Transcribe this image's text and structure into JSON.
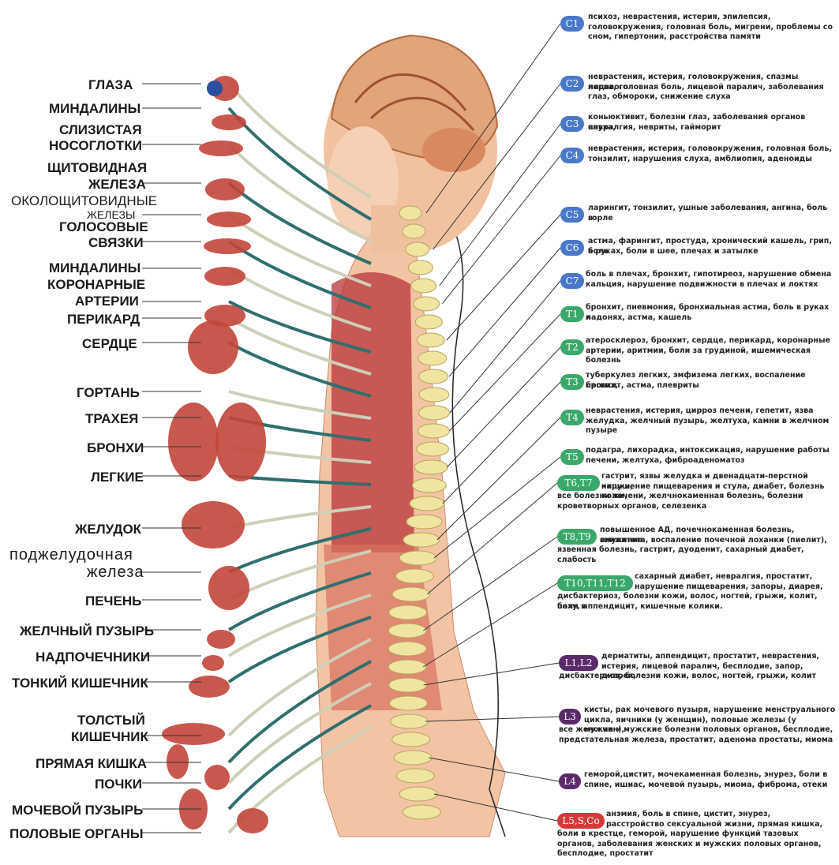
{
  "organs": [
    {
      "id": "eyes",
      "text": "ГЛАЗА"
    },
    {
      "id": "tonsils1",
      "text": "МИНДАЛИНЫ"
    },
    {
      "id": "mucosa1",
      "text": "СЛИЗИСТАЯ"
    },
    {
      "id": "mucosa2",
      "text": "НОСОГЛОТКИ"
    },
    {
      "id": "thyroid1",
      "text": "ЩИТОВИДНАЯ"
    },
    {
      "id": "thyroid2",
      "text": "ЖЕЛЕЗА"
    },
    {
      "id": "parathyroid1",
      "text": "ОКОЛОЩИТОВИДНЫЕ"
    },
    {
      "id": "parathyroid2",
      "text": "ЖЕЛЕЗЫ"
    },
    {
      "id": "vocal1",
      "text": "ГОЛОСОВЫЕ"
    },
    {
      "id": "vocal2",
      "text": "СВЯЗКИ"
    },
    {
      "id": "tonsils2",
      "text": "МИНДАЛИНЫ"
    },
    {
      "id": "coronary1",
      "text": "КОРОНАРНЫЕ"
    },
    {
      "id": "coronary2",
      "text": "АРТЕРИИ"
    },
    {
      "id": "pericard",
      "text": "ПЕРИКАРД"
    },
    {
      "id": "heart",
      "text": "СЕРДЦЕ"
    },
    {
      "id": "larynx",
      "text": "ГОРТАНЬ"
    },
    {
      "id": "trachea",
      "text": "ТРАХЕЯ"
    },
    {
      "id": "bronchi",
      "text": "БРОНХИ"
    },
    {
      "id": "lungs",
      "text": "ЛЕГКИЕ"
    },
    {
      "id": "stomach",
      "text": "ЖЕЛУДОК"
    },
    {
      "id": "pancreas1",
      "text": "поджелудочная"
    },
    {
      "id": "pancreas2",
      "text": "железа"
    },
    {
      "id": "liver",
      "text": "ПЕЧЕНЬ"
    },
    {
      "id": "gallbladder",
      "text": "ЖЕЛЧНЫЙ ПУЗЫРЬ"
    },
    {
      "id": "adrenal",
      "text": "НАДПОЧЕЧНИКИ"
    },
    {
      "id": "smallint",
      "text": "ТОНКИЙ КИШЕЧНИК"
    },
    {
      "id": "largeint1",
      "text": "ТОЛСТЫЙ"
    },
    {
      "id": "largeint2",
      "text": "КИШЕЧНИК"
    },
    {
      "id": "rectum",
      "text": "ПРЯМАЯ КИШКА"
    },
    {
      "id": "kidneys",
      "text": "ПОЧКИ"
    },
    {
      "id": "bladder",
      "text": "МОЧЕВОЙ ПУЗЫРЬ"
    },
    {
      "id": "genitals",
      "text": "ПОЛОВЫЕ ОРГАНЫ"
    }
  ],
  "vertebrae": [
    {
      "code": "C1",
      "color": "#4a78c8",
      "lines": [
        "психоз, неврастения, истерия, эпилепсия,",
        "головокружения, головная боль, мигрени, проблемы со",
        "сном, гипертония, расстройства памяти"
      ]
    },
    {
      "code": "C2",
      "color": "#4a78c8",
      "lines": [
        "неврастения, истерия, головокружения, спазмы лицевого",
        "нерва, головная боль, лицевой паралич, заболевания",
        "глаз, обмороки, снижение слуха"
      ]
    },
    {
      "code": "C3",
      "color": "#4a78c8",
      "lines": [
        "коньюктивит, болезни глаз, заболевания органов слуха,",
        "невралгия, невриты, гайморит"
      ]
    },
    {
      "code": "C4",
      "color": "#4a78c8",
      "lines": [
        "неврастения, истерия, головокружения, головная боль,",
        "тонзилит, нарушения слуха, амблиопия, аденоиды"
      ]
    },
    {
      "code": "C5",
      "color": "#4a78c8",
      "lines": [
        "ларингит, тонзилит, ушные заболевания, ангина, боль в",
        "горле"
      ]
    },
    {
      "code": "C6",
      "color": "#4a78c8",
      "lines": [
        "астма, фарингит, простуда, хронический кашель, грип, боль",
        "в руках, боли в шее, плечах и затылке"
      ]
    },
    {
      "code": "C7",
      "color": "#4a78c8",
      "lines": [
        "боль в плечах, бронхит, гипотиреоз, нарушение обмена",
        "кальция, нарушение подвижности в плечах и локтях"
      ]
    },
    {
      "code": "T1",
      "color": "#3aa86a",
      "lines": [
        "бронхит, пневмония, бронхиальная астма, боль в руках и",
        "ладонях, астма, кашель"
      ]
    },
    {
      "code": "T2",
      "color": "#3aa86a",
      "lines": [
        "атеросклероз, бронхит, сердце, перикард, коронарные",
        "артерии, аритмии, боли за грудиной, ишемическая",
        "болезнь"
      ]
    },
    {
      "code": "T3",
      "color": "#3aa86a",
      "lines": [
        "туберкулез легких, эмфизема легких, воспаление легких,",
        "бронхит, астма, плевриты"
      ]
    },
    {
      "code": "T4",
      "color": "#3aa86a",
      "lines": [
        "неврастения, истерия, цирроз печени, гепетит, язва",
        "желудка, желчный пузырь, желтуха, камни в желчном",
        "пузыре"
      ]
    },
    {
      "code": "T5",
      "color": "#3aa86a",
      "lines": [
        "подагра, лихорадка, интоксикация, нарушение работы",
        "печени, желтуха, фиброаденоматоз"
      ]
    },
    {
      "code": "T6,T7",
      "color": "#3aa86a",
      "lines": [
        "гастрит, язвы желудка и двенадцати-перстной кишки,",
        "нарушение пищеварения и стула, диабет, болезнь кожи,",
        "все болезни печени, желчнокаменная болезнь, болезни",
        "кроветворных органов, селезенка"
      ]
    },
    {
      "code": "T8,T9",
      "color": "#3aa86a",
      "lines": [
        "повышенное АД, почечнокаменная болезнь, снижение",
        "имунитета, воспаление почечной лоханки (пиелит),",
        "язвенная болезнь, гастрит, дуоденит, сахарный диабет, слабость"
      ]
    },
    {
      "code": "T10,T11,T12",
      "color": "#3aa86a",
      "lines": [
        "сахарный диабет, невралгия, простатит,",
        "нарушение пищеварения, запоры, диарея,",
        "дисбактериоз, болезни кожи, волос, ногтей, грыжи, колит, боли в",
        "паху, аппендицит, кишечные колики."
      ]
    },
    {
      "code": "L1,L2",
      "color": "#5a2a6a",
      "lines": [
        "дерматиты, аппендицит, простатит, неврастения,",
        "истерия, лицевой паралич, бесплодие, запор, диарея,",
        "дисбактериоз, болезни кожи, волос, ногтей, грыжи, колит"
      ]
    },
    {
      "code": "L3",
      "color": "#5a2a6a",
      "lines": [
        "кисты, рак мочевого пузыря, нарушение менструального",
        "цикла, яичники (у женщин), половые железы (у мужчин),",
        "все женские и мужские болезни половых органов, бесплодие,",
        "предстательная железа, простатит, аденома простаты, миома"
      ]
    },
    {
      "code": "L4",
      "color": "#5a2a6a",
      "lines": [
        "геморой,цистит, мочекаменная болезнь, энурез, боли в",
        "спине, ишиас, мочевой пузырь, миома, фиброма, отеки"
      ]
    },
    {
      "code": "L5,S,Co",
      "color": "#d23a3a",
      "lines": [
        "анэмия, боль в спине, цистит, энурез,",
        "расстройство сексуальной жизни, прямая кишка,",
        "боли в крестце, геморой, нарушение функций тазовых",
        "органов, заболевания женских и мужских половых органов,",
        "бесплодие, простатит"
      ]
    }
  ],
  "colors": {
    "nerve": "#2f6f6f",
    "nerve_light": "#cfcfb8",
    "body": "#e9a27a",
    "organ": "#c2463a",
    "spine": "#efe4a0"
  }
}
